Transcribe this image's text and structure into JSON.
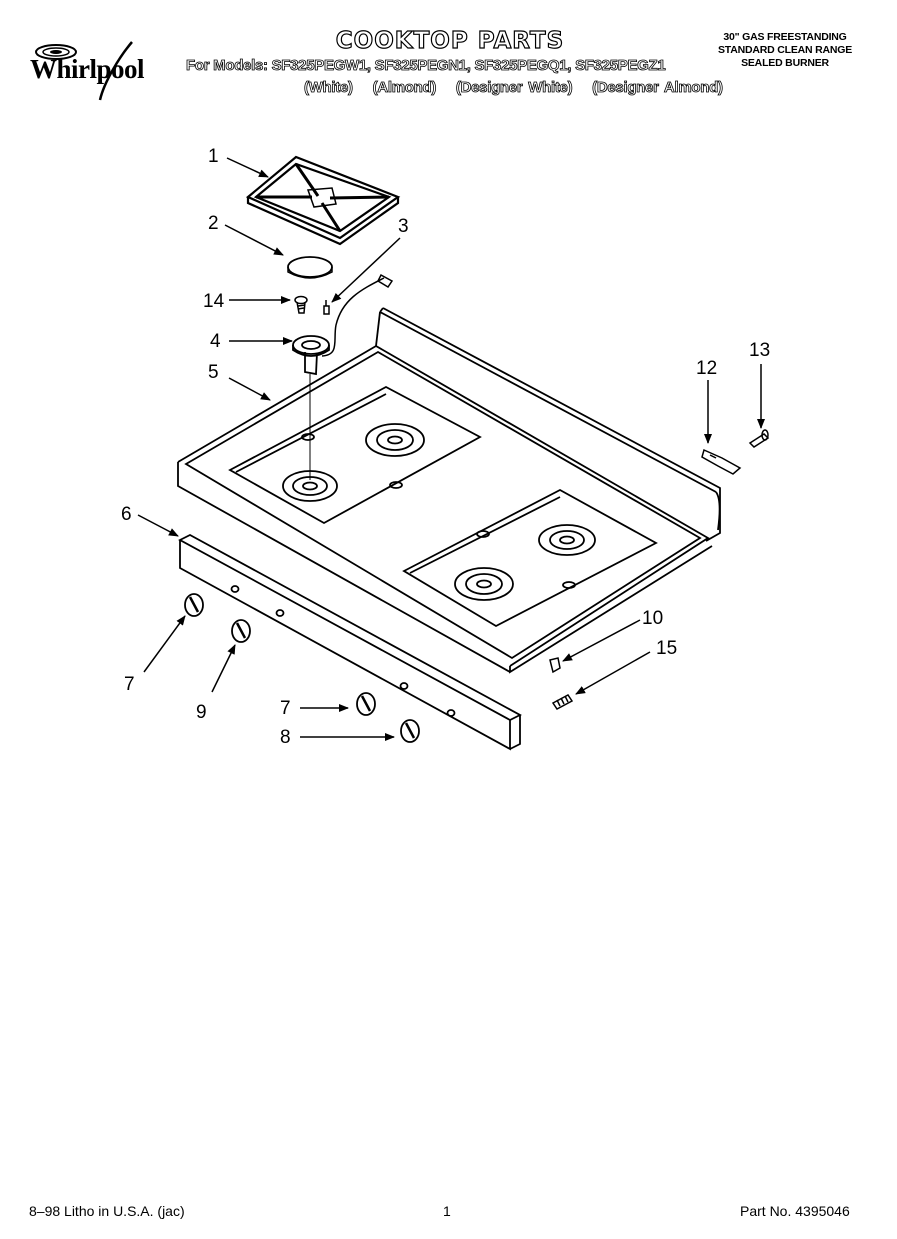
{
  "header": {
    "brand": "Whirlpool",
    "title": "COOKTOP PARTS",
    "models_line": "For Models: SF325PEGW1, SF325PEGN1, SF325PEGQ1, SF325PEGZ1",
    "variants": [
      "(White)",
      "(Almond)",
      "(Designer White)",
      "(Designer Almond)"
    ],
    "description": [
      "30\" GAS FREESTANDING",
      "STANDARD CLEAN RANGE",
      "SEALED BURNER"
    ]
  },
  "callouts": [
    "1",
    "2",
    "3",
    "14",
    "4",
    "5",
    "13",
    "12",
    "6",
    "10",
    "15",
    "7",
    "9",
    "7",
    "8"
  ],
  "footer": {
    "left": "8–98 Litho in U.S.A. (jac)",
    "page": "1",
    "part_no": "Part No. 4395046"
  }
}
